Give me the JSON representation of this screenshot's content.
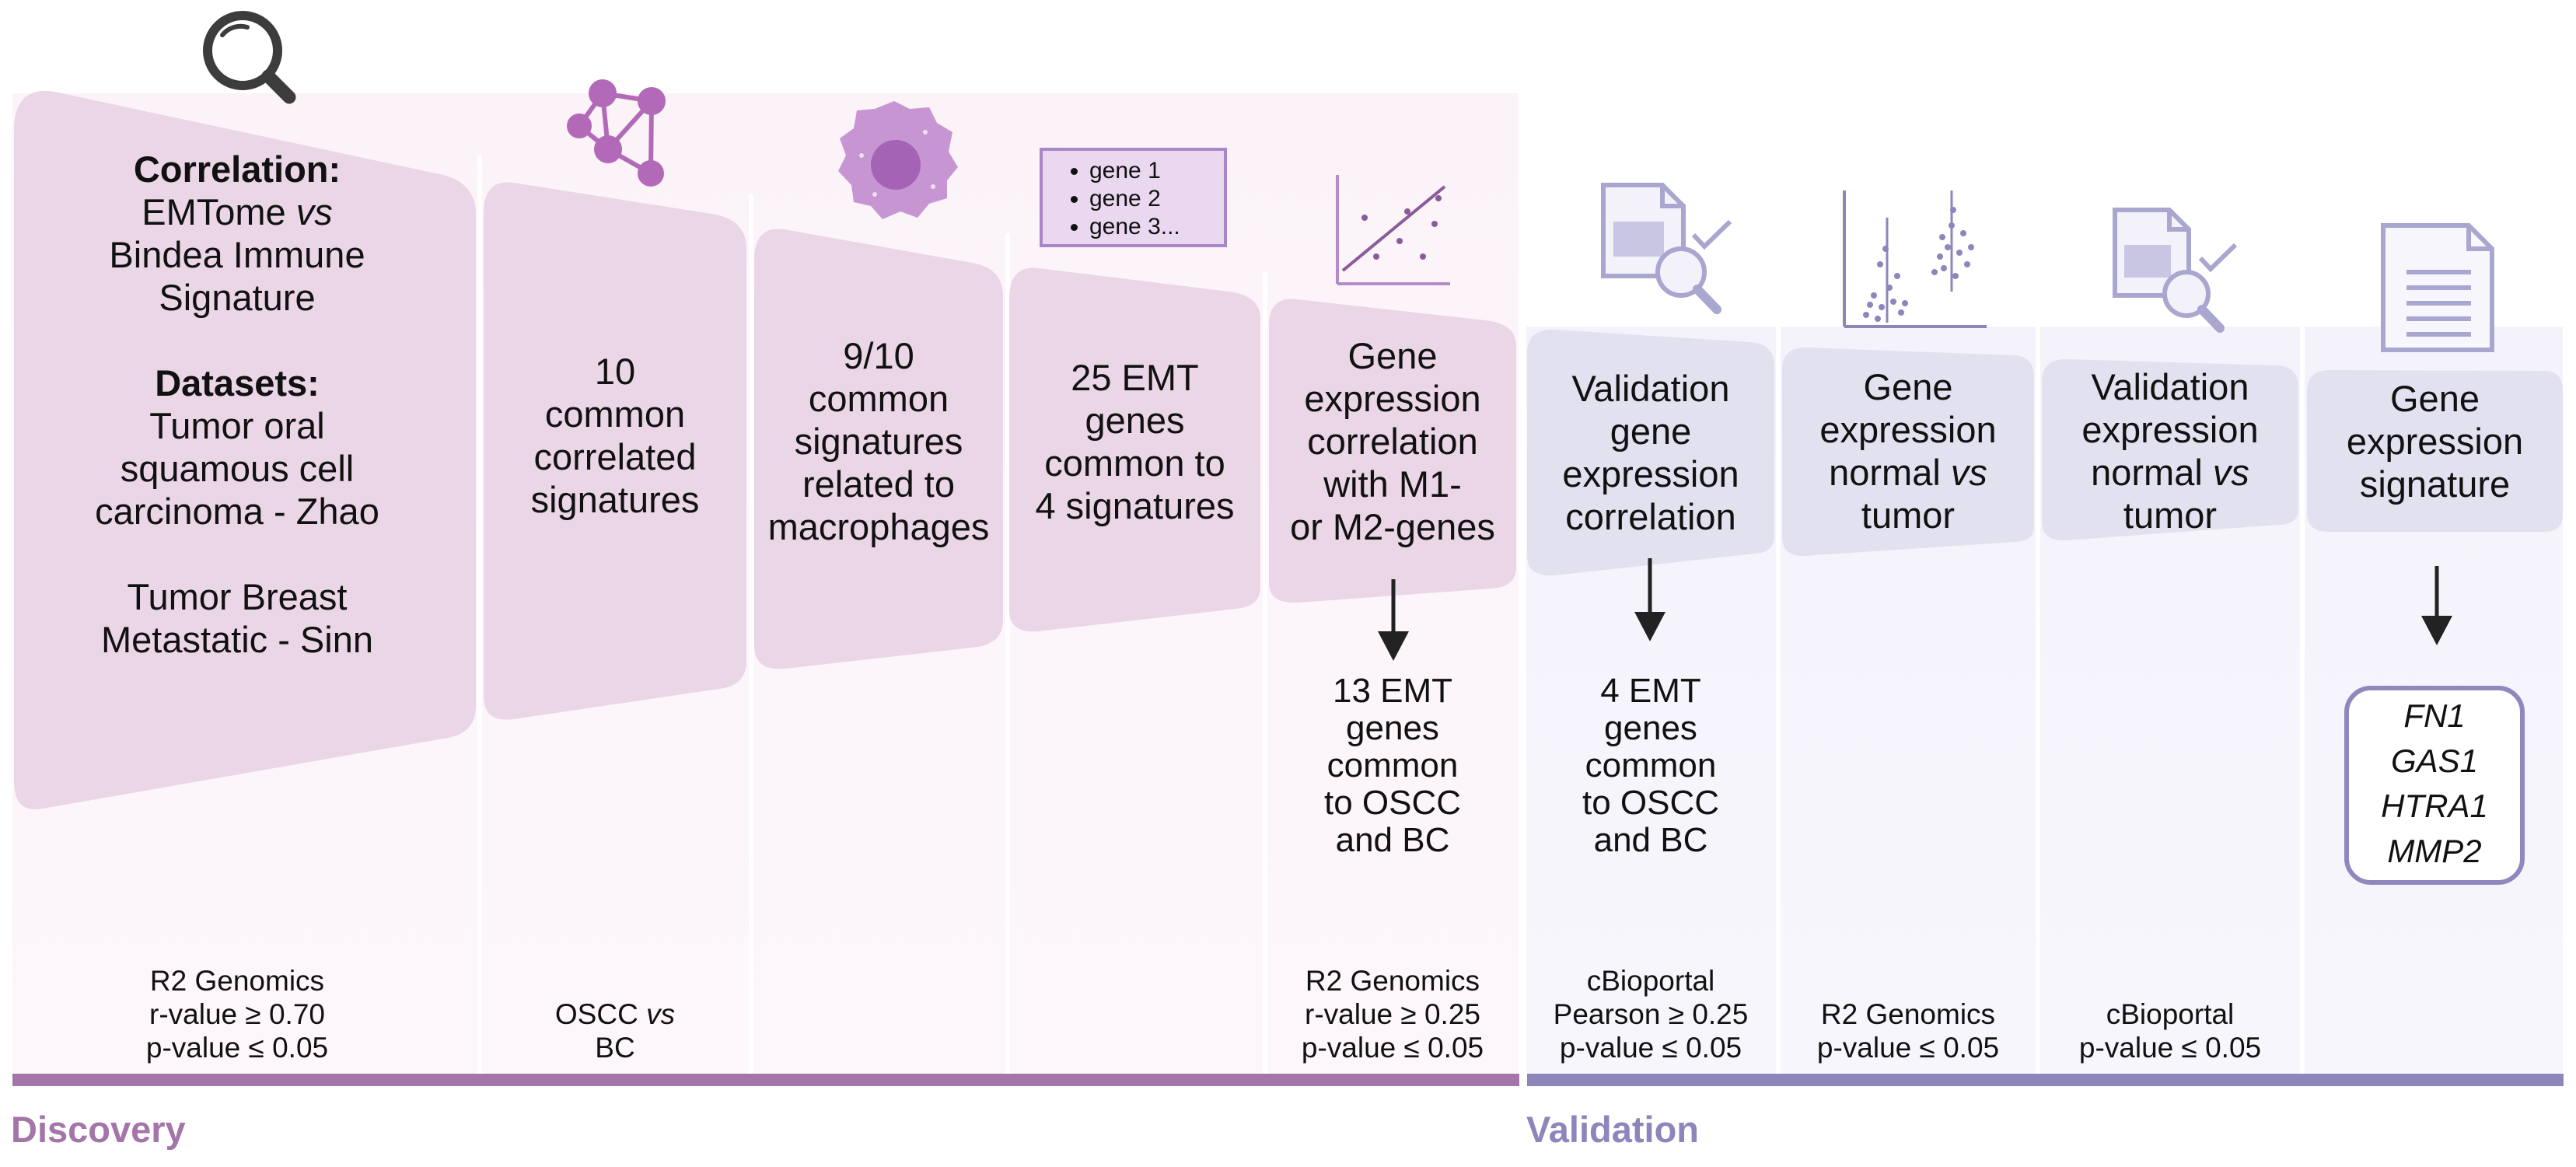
{
  "colors": {
    "discovery_panel": "#ead6e6",
    "discovery_bg": "#faf1f7",
    "validation_panel": "#e2e1f0",
    "validation_bg": "#f3f2fa",
    "discovery_accent": "#a375a8",
    "validation_accent": "#8c86bb"
  },
  "steps": [
    {
      "icon": "magnifier-icon",
      "title_lines": [
        {
          "text": "Correlation:",
          "bold": true
        },
        {
          "parts": [
            "EMTome ",
            {
              "em": "vs"
            }
          ]
        },
        {
          "text": "Bindea Immune"
        },
        {
          "text": "Signature"
        },
        {
          "text": ""
        },
        {
          "text": "Datasets:",
          "bold": true
        },
        {
          "text": "Tumor oral"
        },
        {
          "text": "squamous cell"
        },
        {
          "text": "carcinoma - Zhao"
        },
        {
          "text": ""
        },
        {
          "text": "Tumor Breast"
        },
        {
          "text": "Metastatic - Sinn"
        }
      ],
      "footer": [
        "R2 Genomics",
        "r-value ≥ 0.70",
        "p-value ≤ 0.05"
      ]
    },
    {
      "icon": "network-icon",
      "title_lines": [
        {
          "text": "10"
        },
        {
          "text": "common"
        },
        {
          "text": "correlated"
        },
        {
          "text": "signatures"
        }
      ],
      "footer_mixed": [
        {
          "parts": [
            "OSCC ",
            {
              "em": "vs"
            }
          ]
        },
        {
          "text": "BC"
        }
      ]
    },
    {
      "icon": "macrophage-cell-icon",
      "title_lines": [
        {
          "text": "9/10"
        },
        {
          "text": "common"
        },
        {
          "text": "signatures"
        },
        {
          "text": "related to"
        },
        {
          "text": "macrophages"
        }
      ]
    },
    {
      "icon": "gene-list-icon",
      "gene_list": [
        "gene 1",
        "gene 2",
        "gene 3..."
      ],
      "title_lines": [
        {
          "text": "25 EMT"
        },
        {
          "text": "genes"
        },
        {
          "text": "common to"
        },
        {
          "text": "4 signatures"
        }
      ]
    },
    {
      "icon": "scatter-plot-icon",
      "title_lines": [
        {
          "text": "Gene"
        },
        {
          "text": "expression"
        },
        {
          "text": "correlation"
        },
        {
          "text": "with M1-"
        },
        {
          "text": "or M2-genes"
        }
      ],
      "result": [
        "13 EMT",
        "genes",
        "common",
        "to OSCC",
        "and BC"
      ],
      "footer": [
        "R2 Genomics",
        "r-value ≥ 0.25",
        "p-value ≤ 0.05"
      ]
    },
    {
      "icon": "spreadsheet-search-icon",
      "title_lines": [
        {
          "text": "Validation"
        },
        {
          "text": "gene"
        },
        {
          "text": "expression"
        },
        {
          "text": "correlation"
        }
      ],
      "result": [
        "4 EMT",
        "genes",
        "common",
        "to OSCC",
        "and BC"
      ],
      "footer": [
        "cBioportal",
        "Pearson ≥ 0.25",
        "p-value ≤ 0.05"
      ]
    },
    {
      "icon": "dot-plot-icon",
      "title_lines": [
        {
          "text": "Gene"
        },
        {
          "text": "expression"
        },
        {
          "parts": [
            "normal ",
            {
              "em": "vs"
            }
          ]
        },
        {
          "text": "tumor"
        }
      ],
      "footer": [
        "R2 Genomics",
        "p-value ≤ 0.05"
      ]
    },
    {
      "icon": "spreadsheet-search-icon",
      "title_lines": [
        {
          "text": "Validation"
        },
        {
          "text": "expression"
        },
        {
          "parts": [
            "normal ",
            {
              "em": "vs"
            }
          ]
        },
        {
          "text": "tumor"
        }
      ],
      "footer": [
        "cBioportal",
        "p-value ≤ 0.05"
      ]
    },
    {
      "icon": "document-icon",
      "title_lines": [
        {
          "text": "Gene"
        },
        {
          "text": "expression"
        },
        {
          "text": "signature"
        }
      ],
      "genes": [
        "FN1",
        "GAS1",
        "HTRA1",
        "MMP2"
      ]
    }
  ],
  "phases": {
    "discovery": "Discovery",
    "validation": "Validation"
  }
}
